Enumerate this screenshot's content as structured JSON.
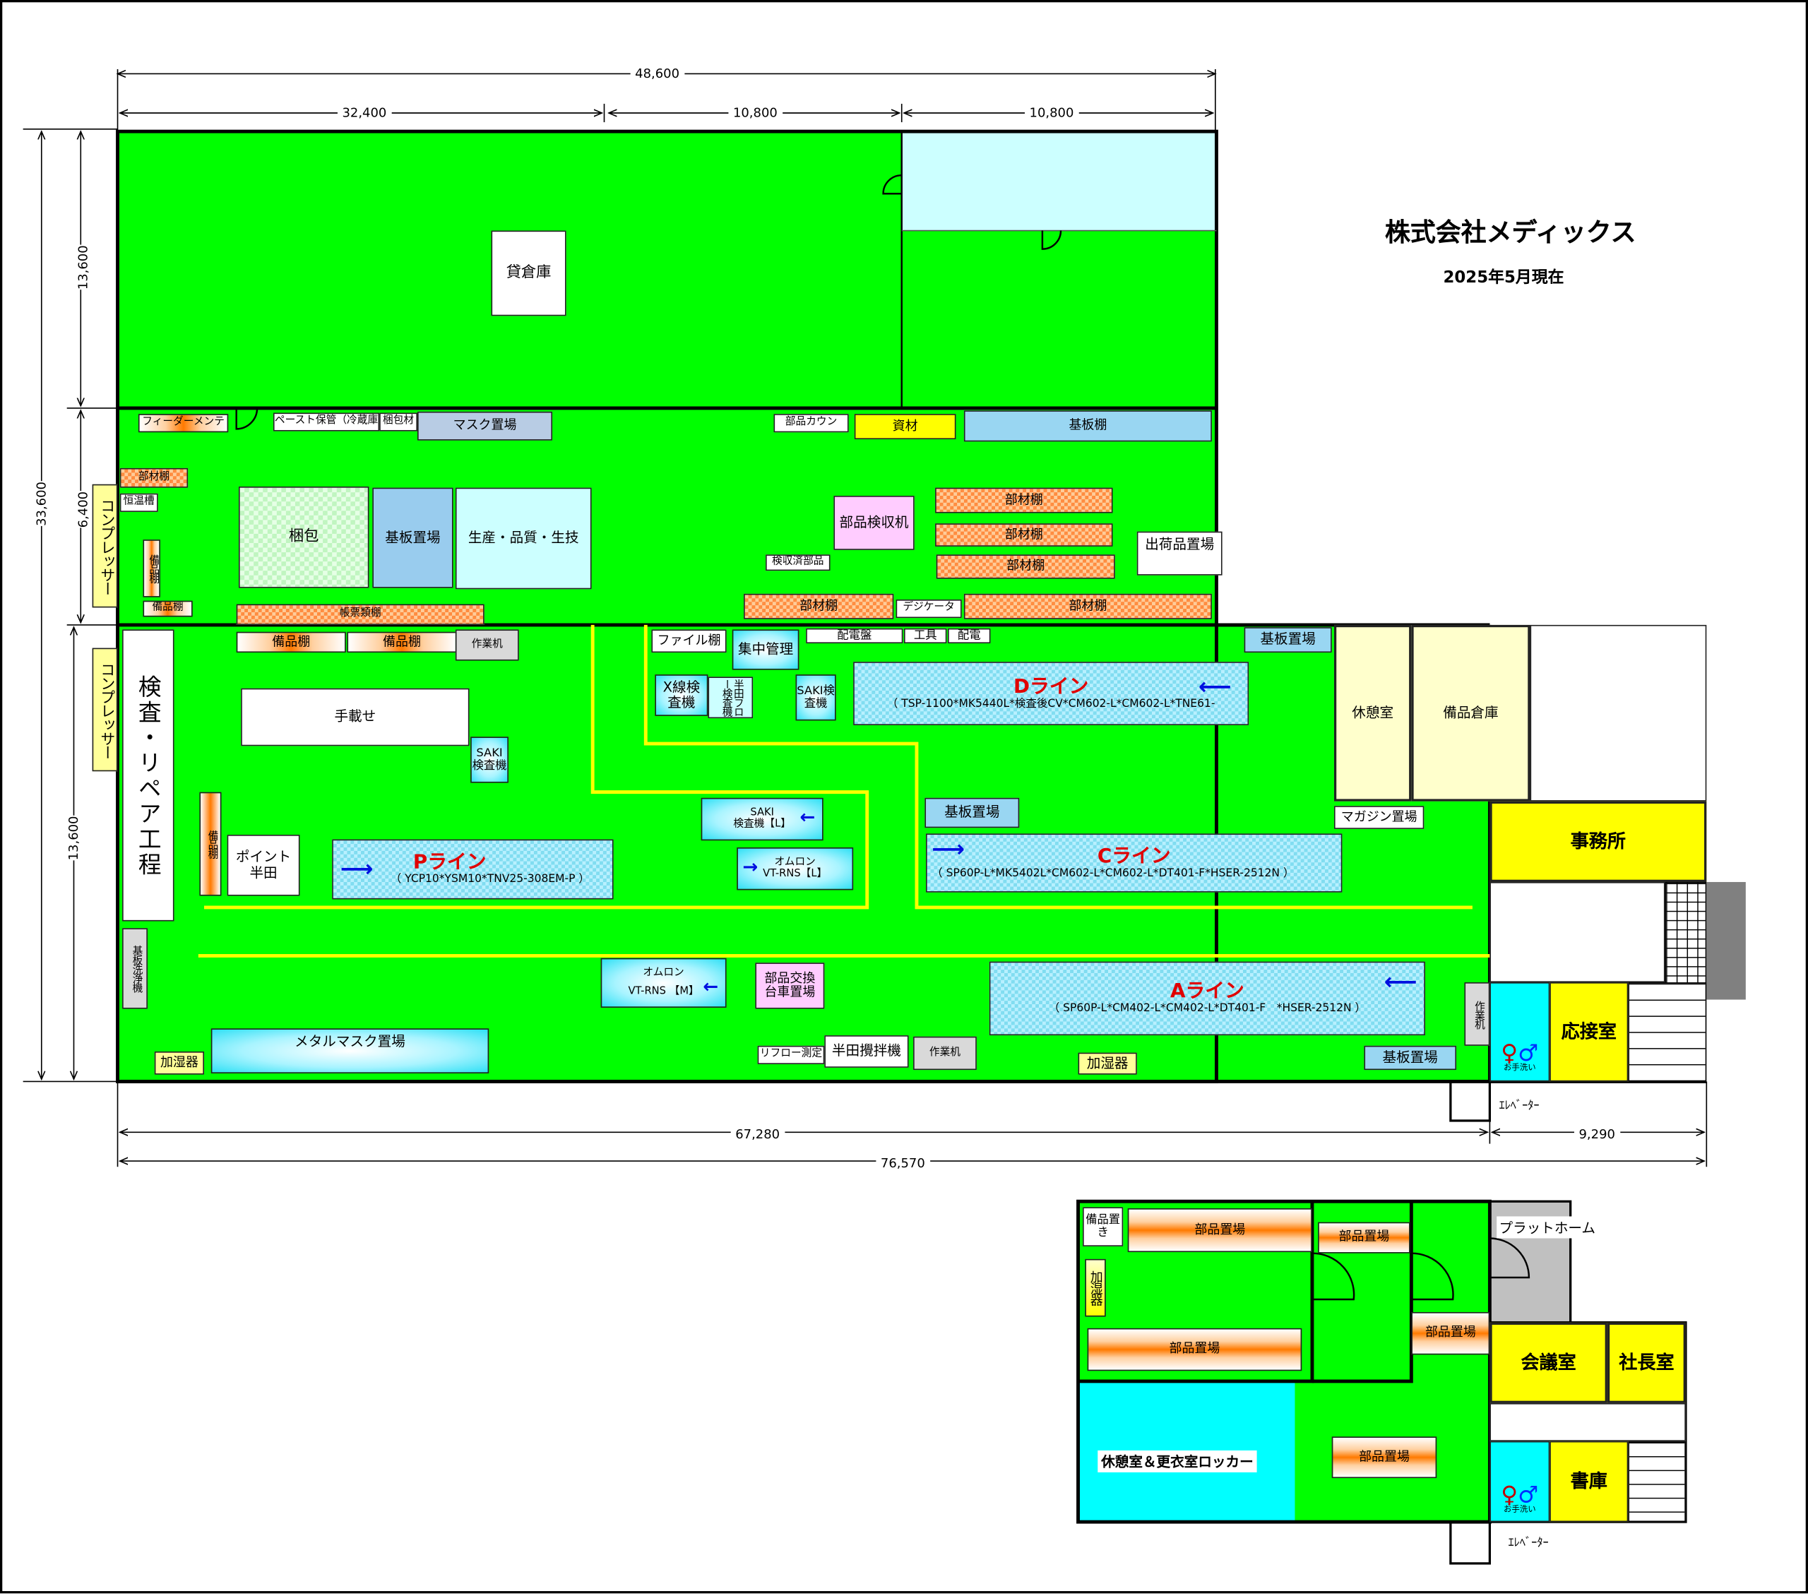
{
  "header": {
    "company": "株式会社メディックス",
    "as_of": "2025年5月現在"
  },
  "dimensions": {
    "top_total": "48,600",
    "top_1": "32,400",
    "top_2": "10,800",
    "top_3": "10,800",
    "left_total": "33,600",
    "left_1": "13,600",
    "left_2": "6,400",
    "left_3": "13,600",
    "bottom_1": "67,280",
    "bottom_2": "9,290",
    "bottom_total": "76,570"
  },
  "warehouse": {
    "label": "貸倉庫"
  },
  "upper": {
    "feeder": "フィーダーメンテ",
    "paste": "ペースト保管（冷蔵庫",
    "packing_material": "梱包材",
    "mask": "マスク置場",
    "parts_shelf_1": "部材棚",
    "thermostat": "恒温槽",
    "equip_shelf_v": "備品棚",
    "equip_shelf": "備品棚",
    "compressor": "コンプレッサー",
    "packing": "梱包",
    "board_storage": "基板置場",
    "production": "生産・品質・生技",
    "forms_shelf": "帳票類棚",
    "parts_count": "部品カウン",
    "materials": "資材",
    "board_shelf": "基板棚",
    "inspection_desk": "部品検収机",
    "inspected_parts": "検収済部品",
    "parts_shelf_2": "部材棚",
    "parts_shelf_3": "部材棚",
    "parts_shelf_4": "部材棚",
    "shipping": "出荷品置場",
    "parts_shelf_5": "部材棚",
    "desiccator": "デジケータ",
    "parts_shelf_6": "部材棚"
  },
  "lower": {
    "compressor": "コンプレッサー",
    "inspection_repair": "検査・リペア工程",
    "equip_shelf_1": "備品棚",
    "equip_shelf_2": "備品棚",
    "work_desk_1": "作業机",
    "hand_mount": "手載せ",
    "saki_1": "SAKI検査機",
    "equip_shelf_v": "備品棚",
    "point_solder": "ポイント半田",
    "board_wash": "基板洗浄機",
    "humidifier_1": "加湿器",
    "metal_mask": "メタルマスク置場",
    "file_shelf": "ファイル棚",
    "central_mgmt": "集中管理",
    "switchboard": "配電盤",
    "tools": "工具",
    "power": "配電",
    "xray": "X線検査機",
    "solder_flow": "半田フロー検査機",
    "saki_2": "SAKI検査機",
    "board_storage_1": "基板置場",
    "saki_l_1": "SAKI",
    "saki_l_2": "検査機【L】",
    "omron_l_1": "オムロン",
    "omron_l_2": "VT-RNS【L】",
    "board_storage_2": "基板置場",
    "magazine": "マガジン置場",
    "omron_m_1": "オムロン",
    "omron_m_2": "VT-RNS 【M】",
    "cart": "部品交換台車置場",
    "reflow": "リフロー測定",
    "solder_mixer": "半田攪拌機",
    "work_desk_2": "作業机",
    "humidifier_2": "加湿器",
    "board_storage_3": "基板置場",
    "work_desk_3": "作業机"
  },
  "lines": {
    "P": {
      "name": "Pライン",
      "spec": "（ YCP10*YSM10*TNV25-308EM-P ）"
    },
    "D": {
      "name": "Dライン",
      "spec": "（ TSP-1100*MK5440L*検査後CV*CM602-L*CM602-L*TNE61-"
    },
    "C": {
      "name": "Cライン",
      "spec": "（ SP60P-L*MK5402L*CM602-L*CM602-L*DT401-F*HSER-2512N ）"
    },
    "A": {
      "name": "Aライン",
      "spec": "（ SP60P-L*CM402-L*CM402-L*DT401-F　*HSER-2512N ）"
    }
  },
  "office": {
    "break_room": "休憩室",
    "equipment_warehouse": "備品倉庫",
    "office": "事務所",
    "reception": "応接室",
    "restroom": "お手洗い",
    "elevator": "ｴﾚﾍﾞｰﾀｰ"
  },
  "annex": {
    "equip_place": "備品置き",
    "parts_1": "部品置場",
    "parts_2": "部品置場",
    "humidifier": "加湿器",
    "parts_3": "部品置場",
    "parts_4": "部品置場",
    "parts_5": "部品置場",
    "locker": "休憩室＆更衣室ロッカー",
    "platform": "プラットホーム",
    "meeting": "会議室",
    "president": "社長室",
    "archive": "書庫",
    "restroom": "お手洗い",
    "elevator": "ｴﾚﾍﾞｰﾀｰ"
  },
  "colors": {
    "floor": "#00ff00",
    "line_title": "#e00000",
    "flow_arrow": "#0010e0",
    "office": "#ffff00",
    "walkway": "#ffff00",
    "locker_room": "#00ffff"
  }
}
